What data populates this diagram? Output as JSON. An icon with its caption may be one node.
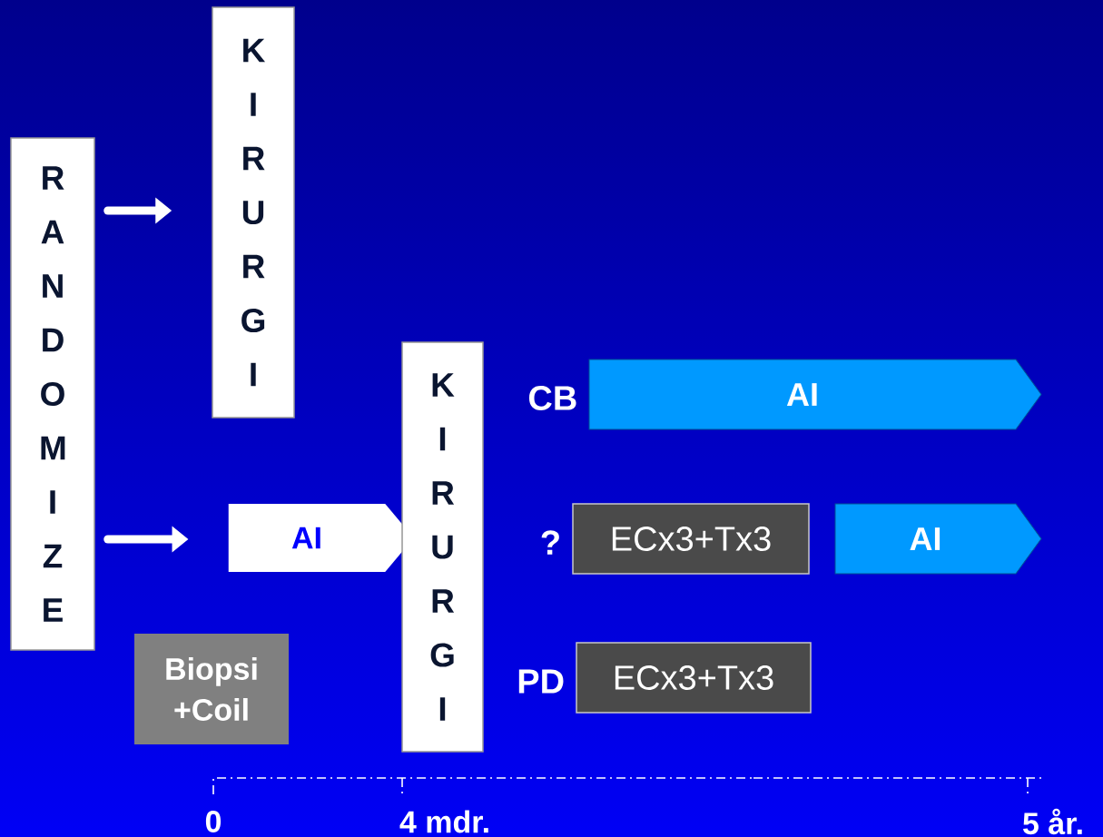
{
  "diagram": {
    "nodes": [
      {
        "text": [
          "R A N D O M I Z E"
        ]
      },
      {
        "text": [
          "K I R U R G I"
        ]
      },
      {
        "text": [
          "AI"
        ]
      },
      {
        "text": [
          "K I R U R G I"
        ]
      },
      {
        "text": [
          "AI"
        ],
        "beside": [
          "CB"
        ]
      },
      {
        "text": [
          "ECx3+Tx3"
        ],
        "beside": [
          "?"
        ]
      },
      {
        "text": [
          "AI"
        ]
      },
      {
        "text": [
          "ECx3+Tx3"
        ],
        "beside": [
          "PD"
        ]
      },
      {
        "text": [
          "Biopsi +Coil"
        ]
      }
    ],
    "edges": [
      {
        "from": 0,
        "to": 1,
        "arrow": "to"
      },
      {
        "from": 0,
        "to": 2,
        "arrow": "to"
      }
    ],
    "labels": [
      "0",
      "4 mdr.",
      "5 år."
    ]
  }
}
